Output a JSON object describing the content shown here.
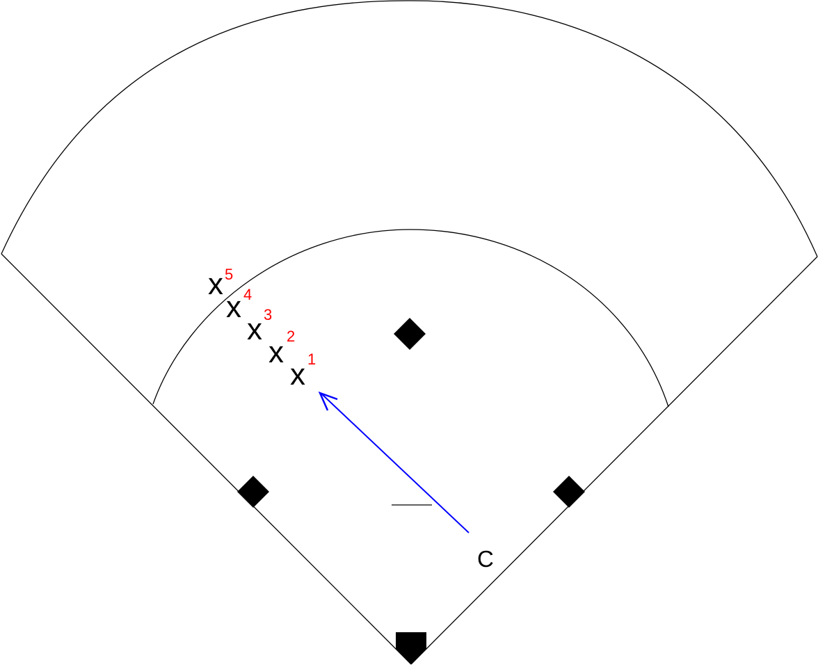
{
  "colors": {
    "lines": "#000000",
    "bases": "#000000",
    "player_number": "#ff0000",
    "throw_arrow": "#0000ff",
    "background": "#ffffff"
  },
  "players": [
    {
      "mark": "x",
      "number": "1"
    },
    {
      "mark": "x",
      "number": "2"
    },
    {
      "mark": "x",
      "number": "3"
    },
    {
      "mark": "x",
      "number": "4"
    },
    {
      "mark": "x",
      "number": "5"
    }
  ],
  "coach": {
    "label": "C"
  }
}
